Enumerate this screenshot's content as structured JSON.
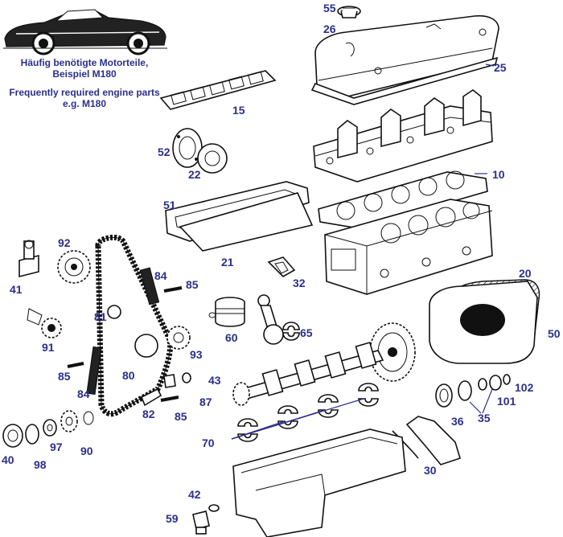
{
  "caption": {
    "german_line1": "Häufig benötigte Motorteile,",
    "german_line2": "Beispiel M180",
    "english_line1": "Frequently required engine parts",
    "english_line2": "e.g. M180"
  },
  "callouts": [
    "55",
    "26",
    "25",
    "15",
    "52",
    "22",
    "10",
    "51",
    "21",
    "32",
    "20",
    "92",
    "84",
    "85",
    "41",
    "81",
    "60",
    "65",
    "50",
    "91",
    "93",
    "43",
    "85",
    "80",
    "87",
    "84",
    "82",
    "85",
    "70",
    "36",
    "35",
    "102",
    "101",
    "40",
    "98",
    "97",
    "90",
    "30",
    "42",
    "59"
  ],
  "colors": {
    "callout_text": "#2b2f8c",
    "line_art": "#111111",
    "background": "#ffffff"
  },
  "icons": [
    "car-illustration",
    "engine-parts-exploded-view"
  ]
}
